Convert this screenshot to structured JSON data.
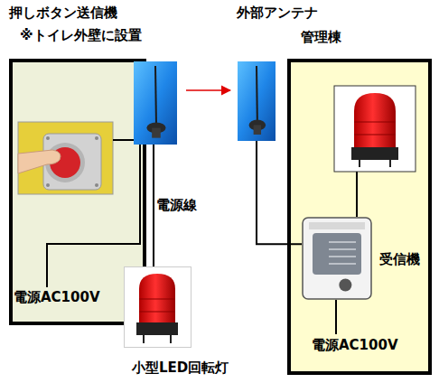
{
  "diagram": {
    "nodes": [
      {
        "text": [
          "電源AC100V"
        ]
      },
      {
        "text": [
          "押しボタン送信機",
          "※トイレ外壁に設置"
        ]
      },
      {
        "text": [
          "外部アンテナ"
        ]
      },
      {
        "text": [
          "管理棟",
          "電源AC100V"
        ]
      },
      {
        "text": [
          "受信機"
        ],
        "in": 3
      },
      {
        "text": [
          "小型LED回転灯"
        ]
      }
    ],
    "edges": [
      {
        "from": 1,
        "to": 2,
        "arrow": "to"
      },
      {
        "from": 2,
        "to": 4,
        "arrow": "none"
      },
      {
        "from": 1,
        "to": 5,
        "arrow": "none",
        "label": "電源線"
      }
    ]
  }
}
